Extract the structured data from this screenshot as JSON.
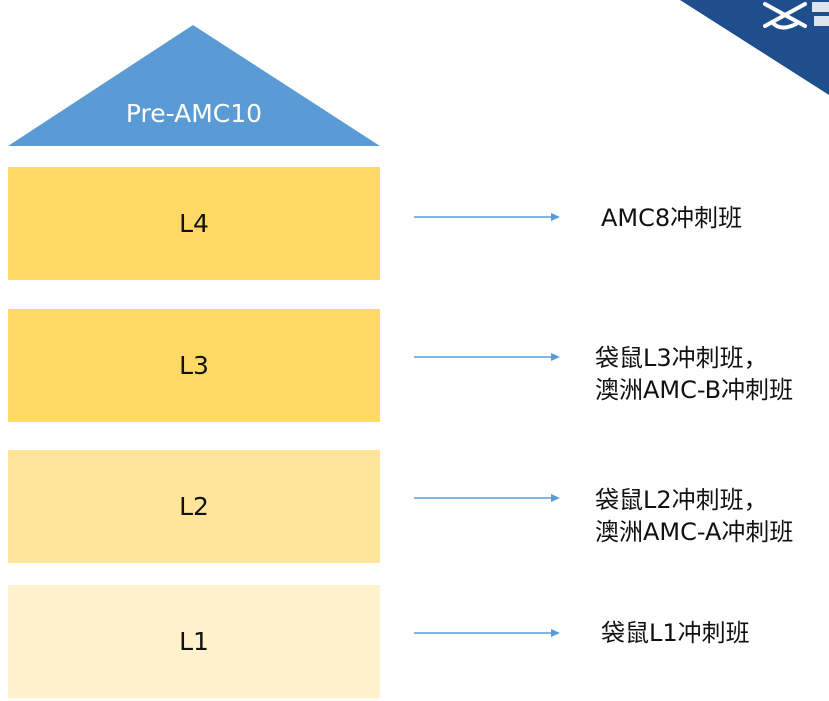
{
  "colors": {
    "roof": "#5b9bd5",
    "level_4": "#ffd966",
    "level_3": "#ffd966",
    "level_2": "#fee599",
    "level_1": "#fff2cc",
    "arrow": "#5b9bd5",
    "logo": "#1f4e8c"
  },
  "icons": {
    "logo": "brand-logo-icon"
  },
  "roof": {
    "label": "Pre-AMC10"
  },
  "levels": [
    {
      "label": "L4",
      "course_lines": [
        "AMC8冲刺班"
      ]
    },
    {
      "label": "L3",
      "course_lines": [
        "袋鼠L3冲刺班，",
        "澳洲AMC-B冲刺班"
      ]
    },
    {
      "label": "L2",
      "course_lines": [
        "袋鼠L2冲刺班，",
        "澳洲AMC-A冲刺班"
      ]
    },
    {
      "label": "L1",
      "course_lines": [
        "袋鼠L1冲刺班"
      ]
    }
  ]
}
